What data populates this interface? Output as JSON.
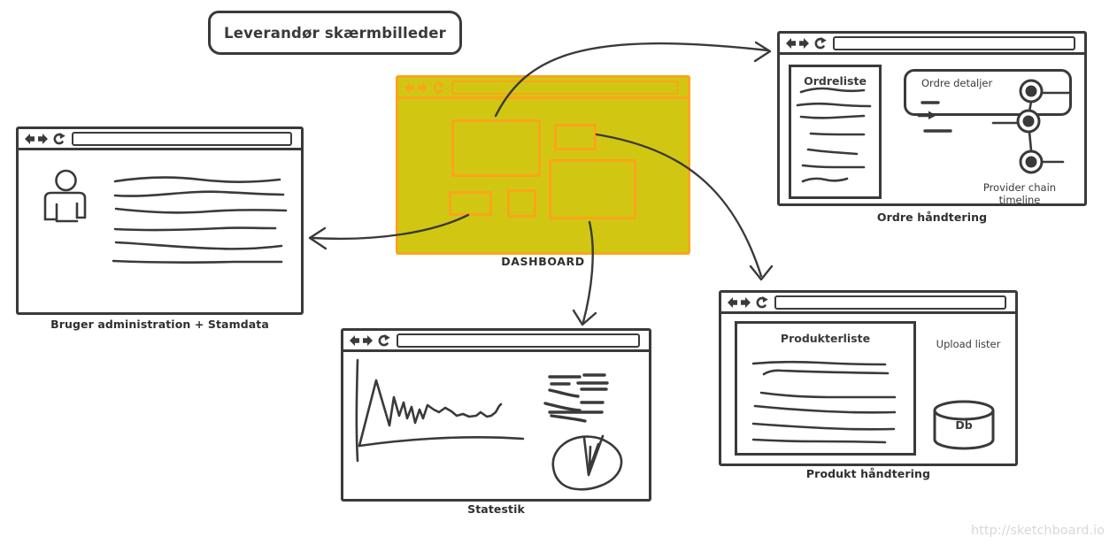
{
  "title": "Leverandør skærmbilleder",
  "watermark": "http://sketchboard.io",
  "colors": {
    "stroke": "#3a3a3a",
    "accent_orange": "#f9a51a",
    "highlight_yellow": "#d1c713",
    "watermark_gray": "#d8d8d8"
  },
  "dashboard": {
    "caption": "DASHBOARD"
  },
  "bruger": {
    "caption": "Bruger administration + Stamdata"
  },
  "ordre": {
    "caption": "Ordre håndtering",
    "list_title": "Ordreliste",
    "detail_title": "Ordre detaljer",
    "timeline_label": "Provider chain timeline"
  },
  "statestik": {
    "caption": "Statestik"
  },
  "produkt": {
    "caption": "Produkt håndtering",
    "list_title": "Produkterliste",
    "upload_label": "Upload lister",
    "db_label": "Db"
  }
}
